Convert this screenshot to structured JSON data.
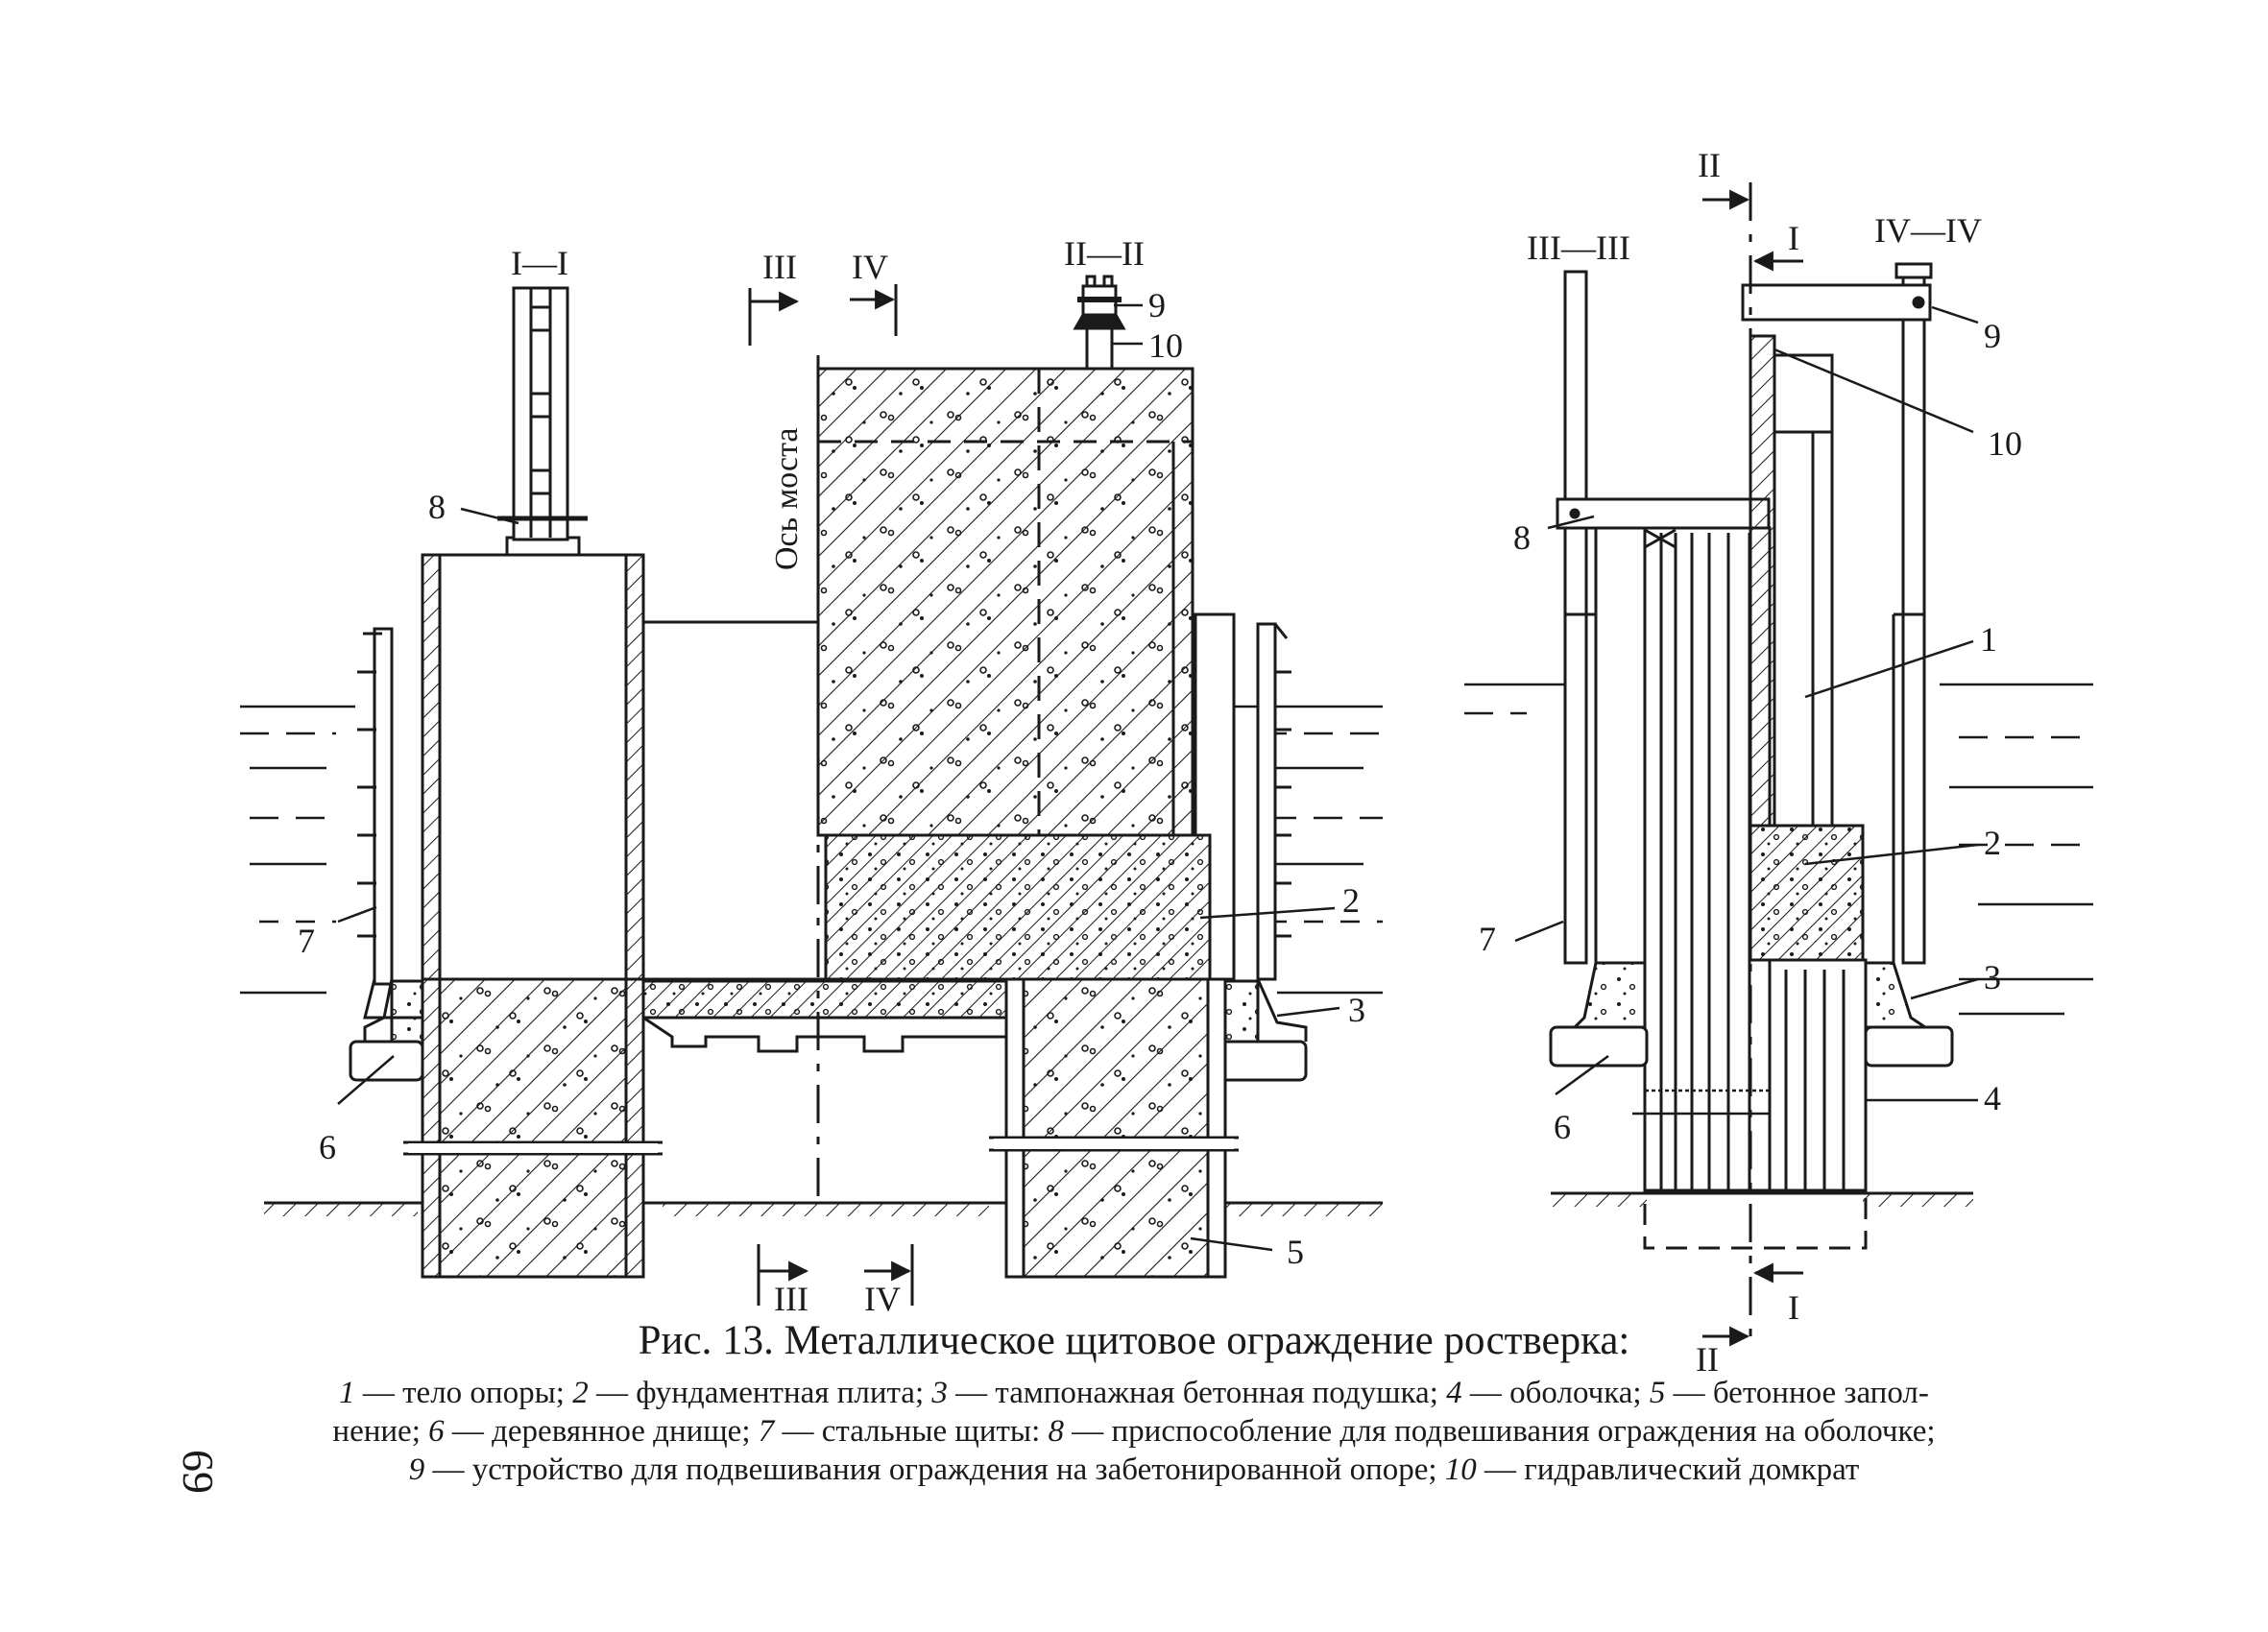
{
  "figure": {
    "caption": "Рис. 13. Металлическое щитовое ограждение ростверка:",
    "legend_lines": [
      [
        {
          "num": "1",
          "text": " — тело опоры; "
        },
        {
          "num": "2",
          "text": " — фундаментная плита; "
        },
        {
          "num": "3",
          "text": " — тампонажная бетонная подушка; "
        },
        {
          "num": "4",
          "text": " — оболочка; "
        },
        {
          "num": "5",
          "text": " — бетонное запол-"
        }
      ],
      [
        {
          "num": "",
          "text": "нение; "
        },
        {
          "num": "6",
          "text": " — деревянное днище; "
        },
        {
          "num": "7",
          "text": " — стальные щиты: "
        },
        {
          "num": "8",
          "text": " — приспособление для подвешивания ограждения на оболочке;"
        }
      ],
      [
        {
          "num": "9",
          "text": " — устройство для подвешивания ограждения на забетонированной опоре; "
        },
        {
          "num": "10",
          "text": " — гидравлический домкрат"
        }
      ]
    ],
    "page_number": "69"
  },
  "left_view": {
    "section_labels": {
      "s1": "I—I",
      "s2": "II—II",
      "s3_top": "III",
      "s4_top": "IV",
      "s3_bottom": "III",
      "s4_bottom": "IV"
    },
    "axis_label": "Ось моста",
    "callouts": {
      "c8": "8",
      "c9": "9",
      "c10": "10",
      "c7": "7",
      "c6": "6",
      "c2": "2",
      "c3": "3",
      "c5": "5"
    }
  },
  "right_view": {
    "section_labels": {
      "s2_top": "II",
      "s1_top": "I",
      "s3": "III—III",
      "s4": "IV—IV",
      "s1_bottom": "I",
      "s2_bottom": "II"
    },
    "callouts": {
      "c9": "9",
      "c10": "10",
      "c8": "8",
      "c1": "1",
      "c2": "2",
      "c3": "3",
      "c7": "7",
      "c6": "6",
      "c4": "4"
    }
  }
}
